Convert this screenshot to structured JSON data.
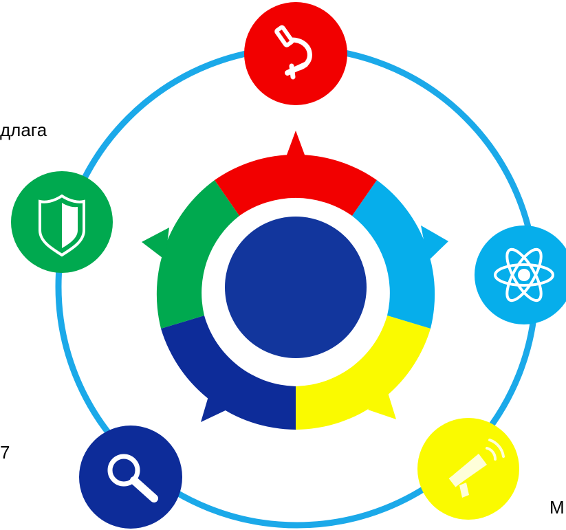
{
  "colors": {
    "orbit": "#1BA9E9",
    "red": "#F20000",
    "cyan": "#06AEEB",
    "yellow": "#FAFA00",
    "navy": "#0D2C99",
    "green": "#00A94F",
    "center": "#12369D",
    "icon_glyph": "#ffffff"
  },
  "nodes": [
    {
      "id": "top",
      "icon": "microscope-icon",
      "color": "red"
    },
    {
      "id": "right",
      "icon": "atom-icon",
      "color": "cyan"
    },
    {
      "id": "bottom-right",
      "icon": "megaphone-icon",
      "color": "yellow"
    },
    {
      "id": "bottom-left",
      "icon": "magnifier-icon",
      "color": "navy"
    },
    {
      "id": "left",
      "icon": "shield-icon",
      "color": "green"
    }
  ],
  "text_fragments": {
    "top_left": "длага",
    "bottom_left": "7",
    "bottom_right": "М"
  }
}
